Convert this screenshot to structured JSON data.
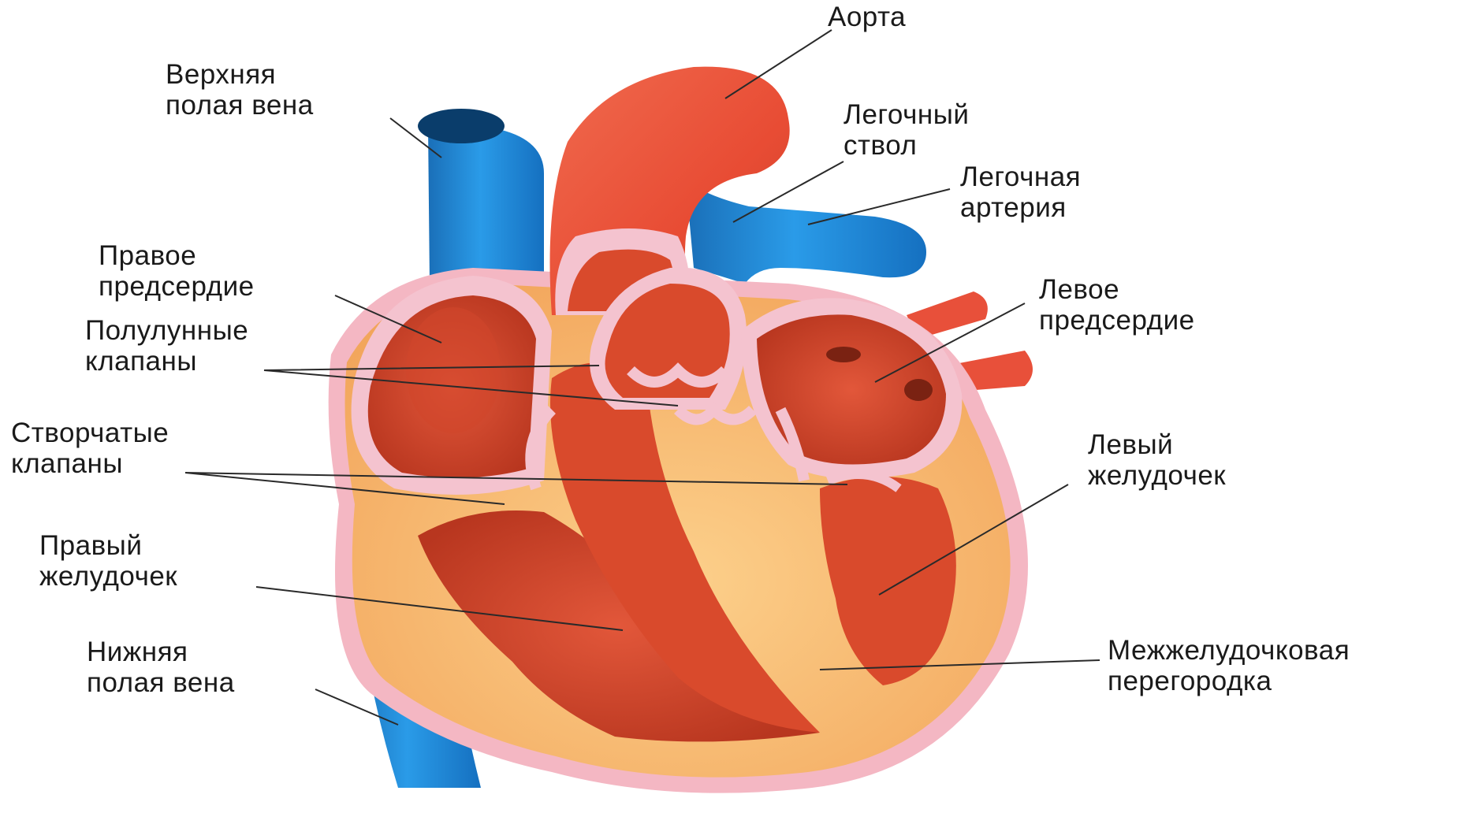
{
  "labels": {
    "aorta": {
      "lines": [
        "Аорта"
      ]
    },
    "superior_vena_cava": {
      "lines": [
        "Верхняя",
        "полая вена"
      ]
    },
    "pulmonary_trunk": {
      "lines": [
        "Легочный",
        "ствол"
      ]
    },
    "pulmonary_artery": {
      "lines": [
        "Легочная",
        "артерия"
      ]
    },
    "right_atrium": {
      "lines": [
        "Правое",
        "предсердие"
      ]
    },
    "left_atrium": {
      "lines": [
        "Левое",
        "предсердие"
      ]
    },
    "semilunar_valves": {
      "lines": [
        "Полулунные",
        "клапаны"
      ]
    },
    "cuspid_valves": {
      "lines": [
        "Створчатые",
        "клапаны"
      ]
    },
    "left_ventricle": {
      "lines": [
        "Левый",
        "желудочек"
      ]
    },
    "right_ventricle": {
      "lines": [
        "Правый",
        "желудочек"
      ]
    },
    "inferior_vena_cava": {
      "lines": [
        "Нижняя",
        "полая вена"
      ]
    },
    "interventricular_septum": {
      "lines": [
        "Межжелудочковая",
        "перегородка"
      ]
    }
  },
  "colors": {
    "vein_blue": "#1f86d6",
    "vein_dark": "#0a3d6b",
    "artery_red": "#e8503a",
    "muscle_red": "#d94a2c",
    "chamber_dark": "#a8321e",
    "septum_yellow": "#f6b867",
    "lining_pink": "#f4c3cf"
  }
}
